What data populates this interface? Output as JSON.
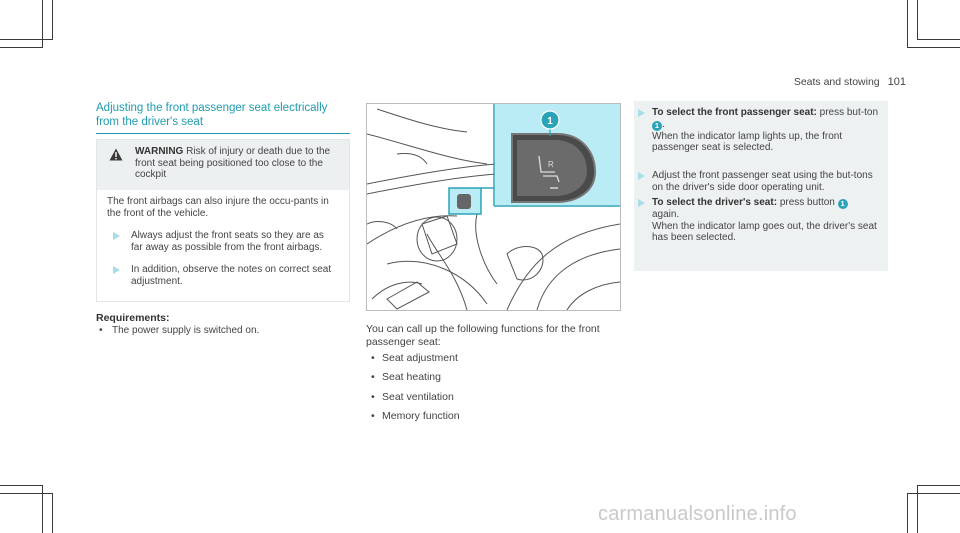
{
  "header": {
    "section": "Seats and stowing",
    "page_number": "101"
  },
  "title": "Adjusting the front passenger seat electrically from the driver's seat",
  "warning": {
    "label": "WARNING",
    "text": "Risk of injury or death due to the front seat being positioned too close to the cockpit",
    "body": "The front airbags can also injure the occu-pants in the front of the vehicle.",
    "items": [
      "Always adjust the front seats so they are as far away as possible from the front airbags.",
      "In addition, observe the notes on correct seat adjustment."
    ]
  },
  "requirements": {
    "heading": "Requirements:",
    "items": [
      "The power supply is switched on."
    ]
  },
  "figure": {
    "callout": "1",
    "accent_color": "#b9ecf4"
  },
  "functions": {
    "intro": "You can call up the following functions for the front passenger seat:",
    "items": [
      "Seat adjustment",
      "Seat heating",
      "Seat ventilation",
      "Memory function"
    ]
  },
  "steps": [
    {
      "label": "To select the front passenger seat:",
      "text_a": "press but-ton",
      "ref": "1",
      "text_b": ".",
      "text_c": "When the indicator lamp lights up, the front passenger seat is selected."
    },
    {
      "text": "Adjust the front passenger seat using the but-tons on the driver's side door operating unit."
    },
    {
      "label": "To select the driver's seat:",
      "text_a": "press button",
      "ref": "1",
      "text_b": "again.",
      "text_c": "When the indicator lamp goes out, the driver's seat has been selected."
    }
  ],
  "watermark": "carmanualsonline.info"
}
